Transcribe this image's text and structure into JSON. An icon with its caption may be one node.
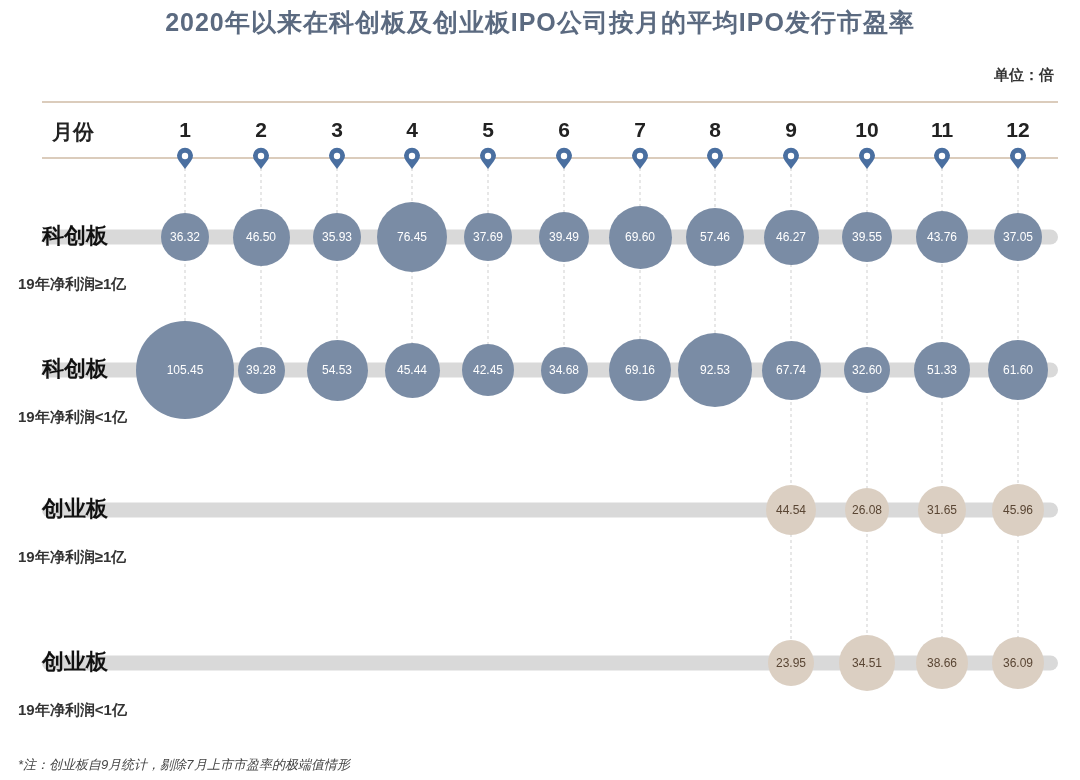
{
  "diagram": {
    "title": "2020年以来在科创板及创业板IPO公司按月的平均IPO发行市盈率",
    "caption": "*注：创业板自9月统计，剔除7月上市市盈率的极端值情形",
    "nodes": [
      {
        "text": [
          "36.32"
        ]
      },
      {
        "text": [
          "46.50"
        ]
      },
      {
        "text": [
          "35.93"
        ]
      },
      {
        "text": [
          "76.45"
        ]
      },
      {
        "text": [
          "37.69"
        ]
      },
      {
        "text": [
          "39.49"
        ]
      },
      {
        "text": [
          "69.60"
        ]
      },
      {
        "text": [
          "57.46"
        ]
      },
      {
        "text": [
          "46.27"
        ]
      },
      {
        "text": [
          "39.55"
        ]
      },
      {
        "text": [
          "43.76"
        ]
      },
      {
        "text": [
          "37.05"
        ]
      },
      {
        "text": [
          "105.45"
        ]
      },
      {
        "text": [
          "39.28"
        ]
      },
      {
        "text": [
          "54.53"
        ]
      },
      {
        "text": [
          "45.44"
        ]
      },
      {
        "text": [
          "42.45"
        ]
      },
      {
        "text": [
          "34.68"
        ]
      },
      {
        "text": [
          "69.16"
        ]
      },
      {
        "text": [
          "92.53"
        ]
      },
      {
        "text": [
          "67.74"
        ]
      },
      {
        "text": [
          "32.60"
        ]
      },
      {
        "text": [
          "51.33"
        ]
      },
      {
        "text": [
          "61.60"
        ]
      },
      {
        "text": [
          "44.54"
        ]
      },
      {
        "text": [
          "26.08"
        ]
      },
      {
        "text": [
          "31.65"
        ]
      },
      {
        "text": [
          "45.96"
        ]
      },
      {
        "text": [
          "23.95"
        ]
      },
      {
        "text": [
          "34.51"
        ]
      },
      {
        "text": [
          "38.66"
        ]
      },
      {
        "text": [
          "36.09"
        ]
      }
    ],
    "labels": [
      "单位：倍",
      "月份",
      "1",
      "2",
      "3",
      "4",
      "5",
      "6",
      "7",
      "8",
      "9",
      "10",
      "11",
      "12",
      "科创板",
      "19年净利润≥1亿",
      "科创板",
      "19年净利润<1亿",
      "创业板",
      "19年净利润≥1亿",
      "创业板",
      "19年净利润<1亿"
    ]
  }
}
